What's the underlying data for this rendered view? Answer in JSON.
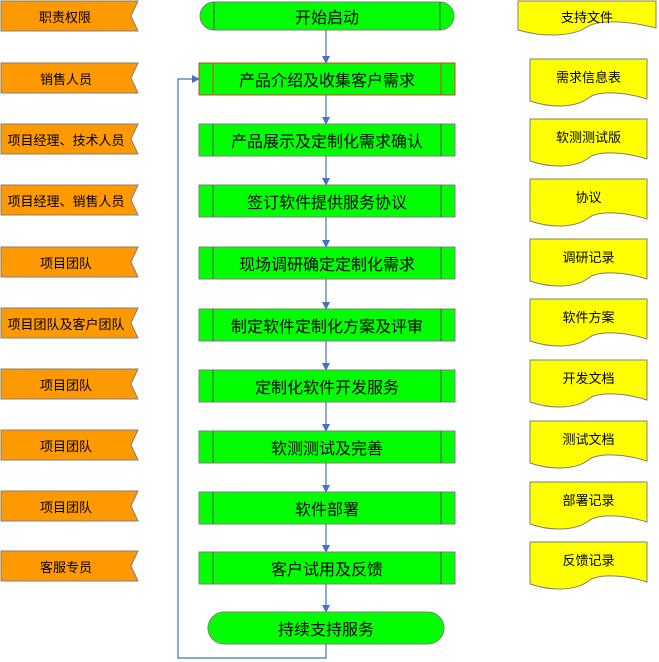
{
  "roles": {
    "header": "职责权限",
    "items": [
      "销售人员",
      "项目经理、技术人员",
      "项目经理、销售人员",
      "项目团队",
      "项目团队及客户团队",
      "项目团队",
      "项目团队",
      "项目团队",
      "客服专员"
    ]
  },
  "process": {
    "start": "开始启动",
    "steps": [
      "产品介绍及收集客户需求",
      "产品展示及定制化需求确认",
      "签订软件提供服务协议",
      "现场调研确定定制化需求",
      "制定软件定制化方案及评审",
      "定制化软件开发服务",
      "软测测试及完善",
      "软件部署",
      "客户试用及反馈"
    ],
    "end": "持续支持服务"
  },
  "documents": {
    "header": "支持文件",
    "items": [
      "需求信息表",
      "软测测试版",
      "协议",
      "调研记录",
      "软件方案",
      "开发文档",
      "测试文档",
      "部署记录",
      "反馈记录"
    ]
  },
  "colors": {
    "role_fill": "#ff9900",
    "step_fill": "#00ff00",
    "doc_fill": "#ffff00",
    "connector": "#4472c4",
    "highlight_border": "#e03a2f"
  }
}
